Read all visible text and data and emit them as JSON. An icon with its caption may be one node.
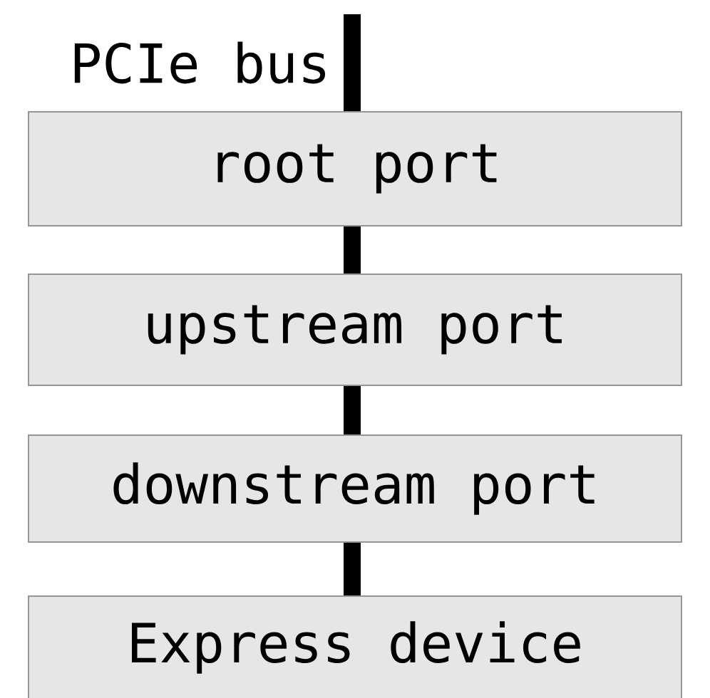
{
  "diagram": {
    "nodes": [
      {
        "text": [
          "root port"
        ]
      },
      {
        "text": [
          "upstream port"
        ]
      },
      {
        "text": [
          "downstream port"
        ]
      },
      {
        "text": [
          "Express device"
        ]
      }
    ],
    "edges": [
      {
        "from": null,
        "to": 0,
        "arrow": "none",
        "label": "PCIe bus"
      },
      {
        "from": 0,
        "to": 1,
        "arrow": "none"
      },
      {
        "from": 1,
        "to": 2,
        "arrow": "none"
      },
      {
        "from": 2,
        "to": 3,
        "arrow": "none"
      }
    ]
  }
}
